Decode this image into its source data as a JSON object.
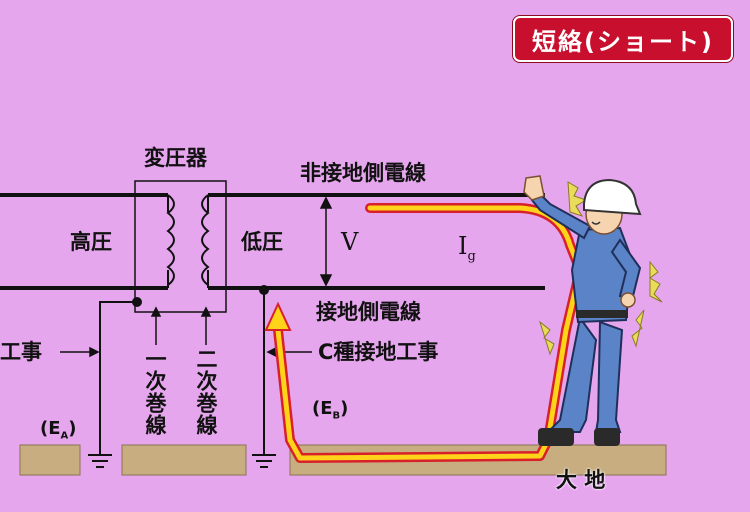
{
  "title": "短絡(ショート)",
  "labels": {
    "transformer": "変圧器",
    "high_voltage": "高圧",
    "low_voltage": "低圧",
    "non_grounded_wire": "非接地側電線",
    "grounded_wire": "接地側電線",
    "voltage_symbol": "V",
    "fault_current": "I",
    "fault_current_sub": "g",
    "primary_winding": "一次巻線",
    "secondary_winding": "二次巻線",
    "class_a_work": "工事",
    "class_c_work": "C種接地工事",
    "earth_a": "(E",
    "earth_a_sub": "A",
    "earth_a_close": ")",
    "earth_b": "(E",
    "earth_b_sub": "B",
    "earth_b_close": ")",
    "ground": "大 地"
  },
  "colors": {
    "background": "#e6a6ee",
    "badge": "#c8102e",
    "current_path": "#ffd31a",
    "current_path_border": "#d8202a",
    "soil": "#c8ad80",
    "uniform": "#5b83c7"
  }
}
